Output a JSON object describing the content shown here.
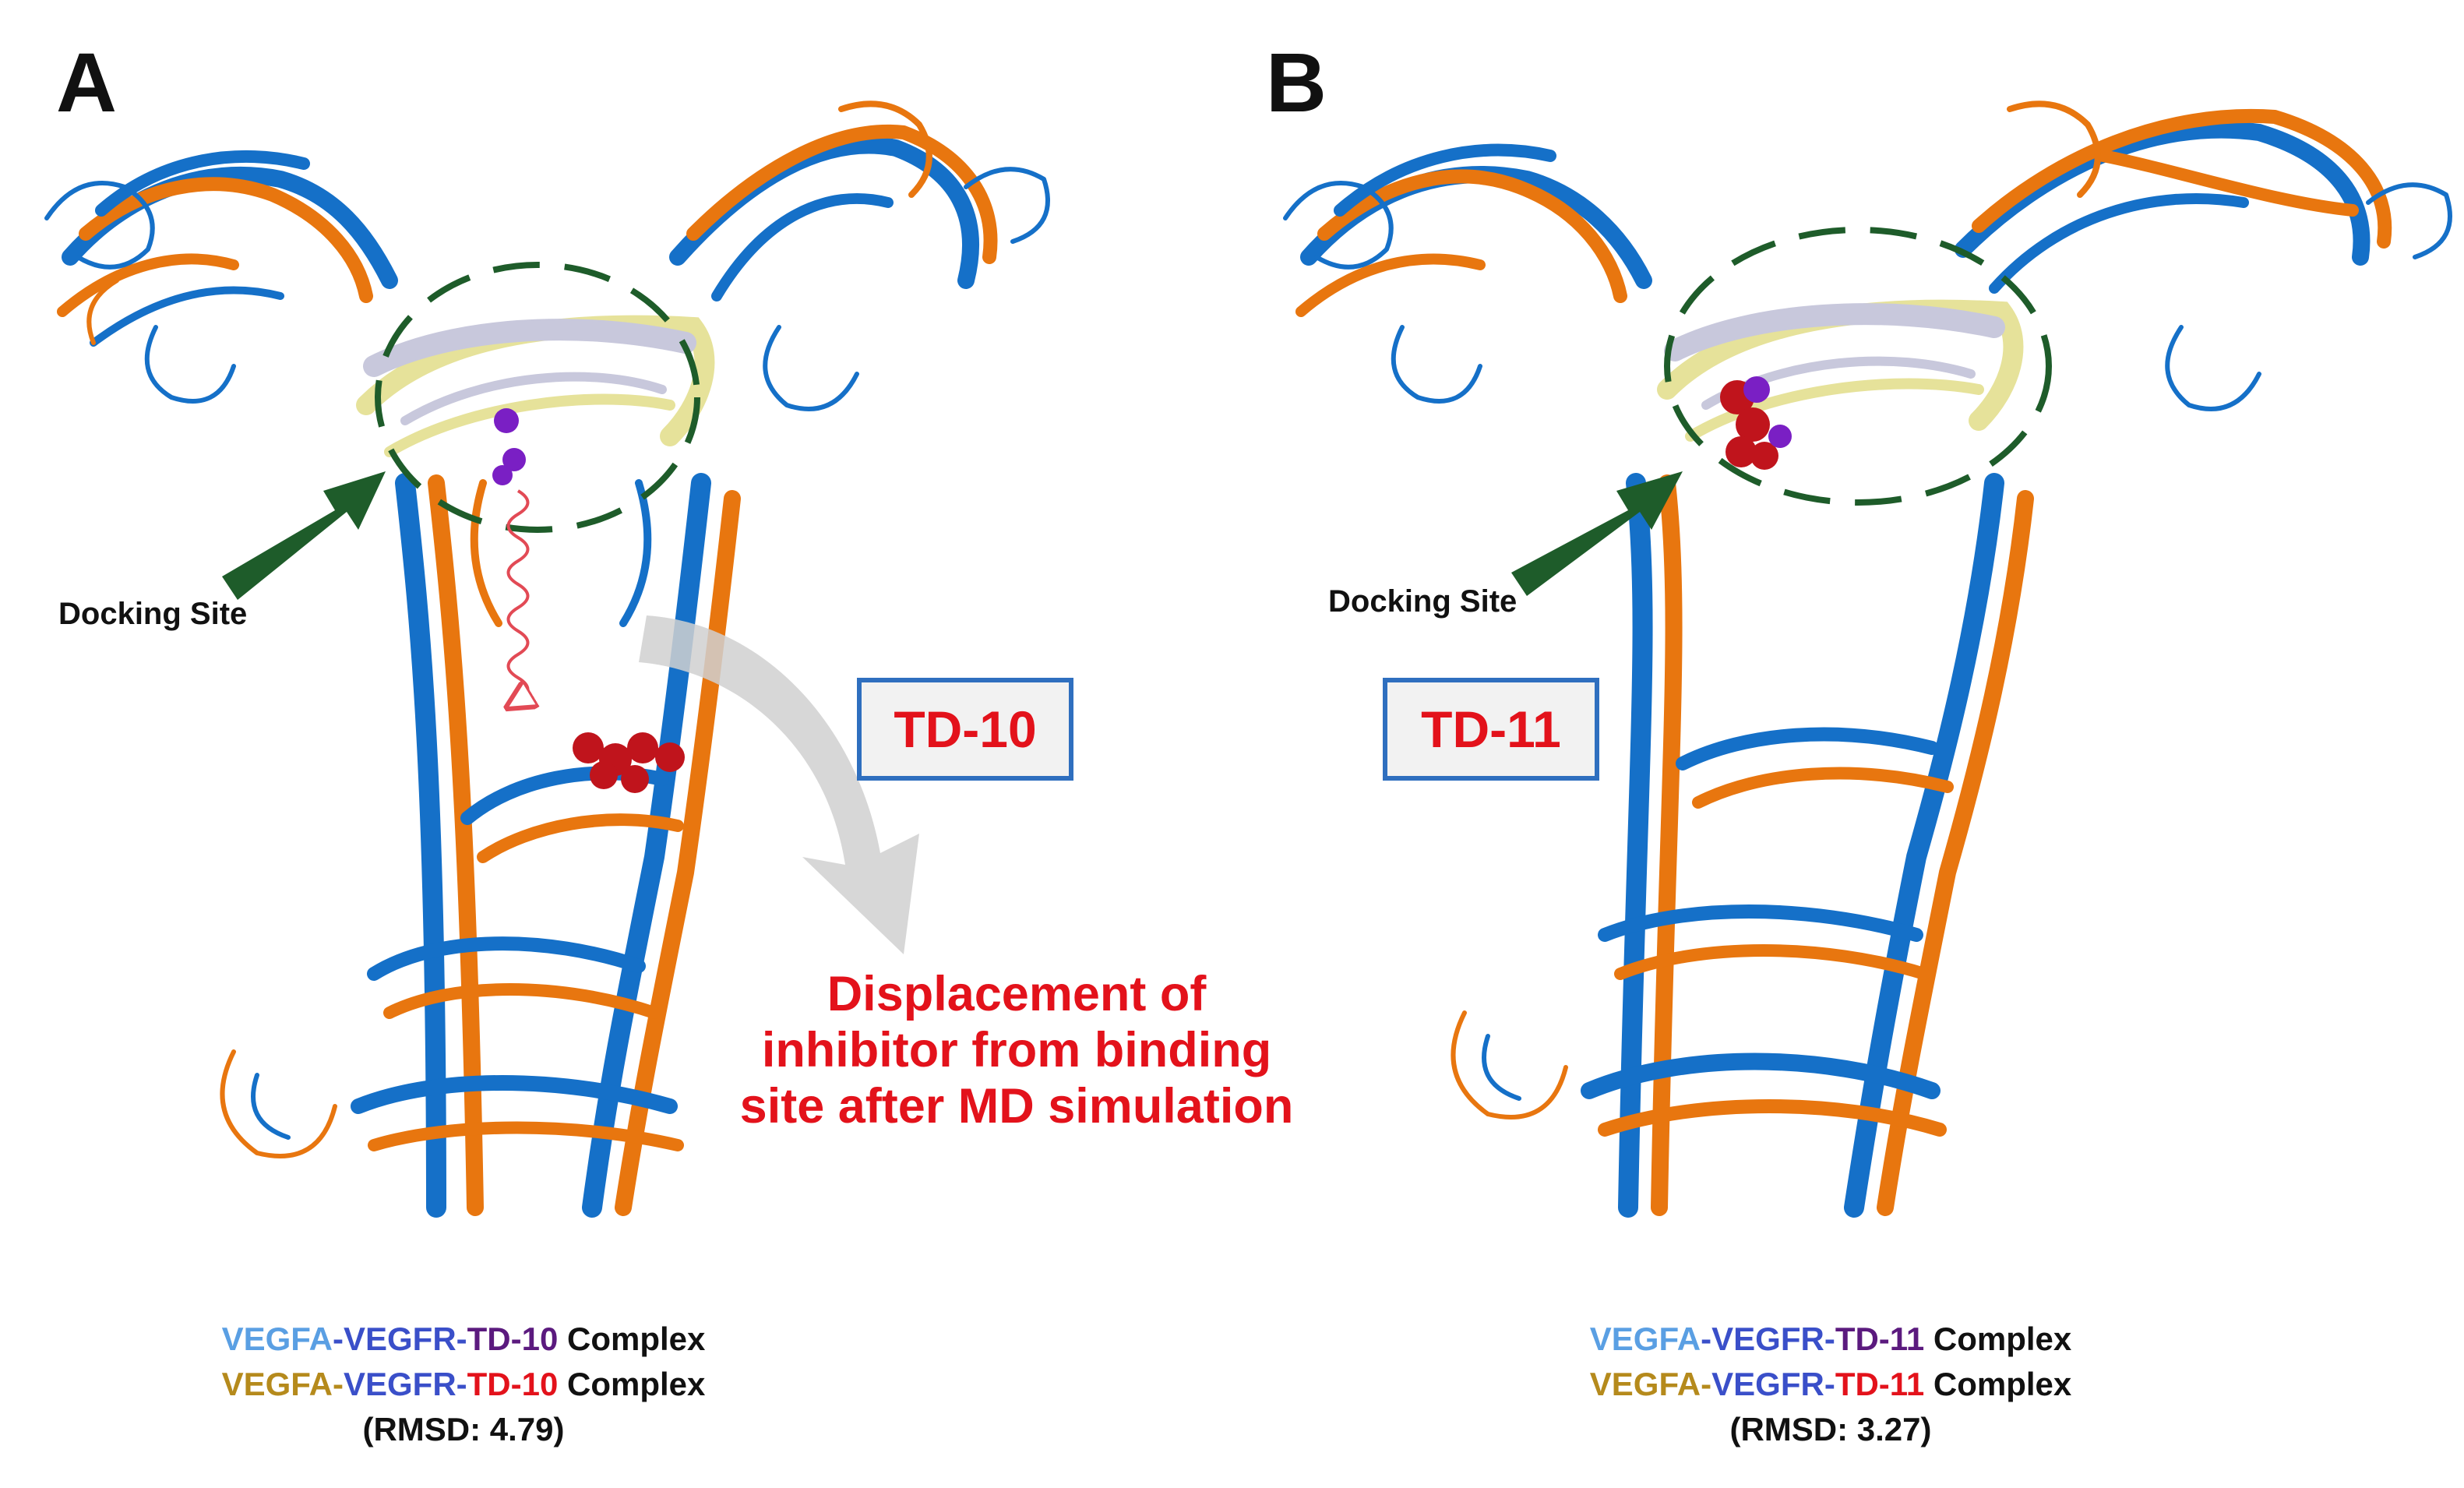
{
  "panel_a": {
    "letter": "A",
    "docking_label": "Docking Site",
    "compound_label": "TD-10",
    "displacement_lines": [
      "Displacement of",
      "inhibitor from binding",
      "site after MD simulation"
    ],
    "legend": {
      "row1": {
        "vegfa": "VEGFA",
        "sep1": "-",
        "vegfr": "VEGFR",
        "sep2": "-",
        "td": "TD-10",
        "complex": " Complex"
      },
      "row2": {
        "vegfa": "VEGFA",
        "sep1": "-",
        "vegfr": "VEGFR",
        "sep2": "-",
        "td": "TD-10",
        "complex": " Complex"
      },
      "rmsd": "(RMSD: 4.79)"
    }
  },
  "panel_b": {
    "letter": "B",
    "docking_label": "Docking Site",
    "compound_label": "TD-11",
    "legend": {
      "row1": {
        "vegfa": "VEGFA",
        "sep1": "-",
        "vegfr": "VEGFR",
        "sep2": "-",
        "td": "TD-11",
        "complex": " Complex"
      },
      "row2": {
        "vegfa": "VEGFA",
        "sep1": "-",
        "vegfr": "VEGFR",
        "sep2": "-",
        "td": "TD-11",
        "complex": " Complex"
      },
      "rmsd": "(RMSD: 3.27)"
    }
  },
  "colors": {
    "structure_blue": "#1570c8",
    "structure_orange": "#e8760f",
    "vegfa_lavender": "#c8c8dc",
    "vegfa_yellow": "#e6e29a",
    "ligand_red": "#c0141c",
    "ligand_purple": "#7a1fc4",
    "arrow_green": "#1e5c2a",
    "title_red": "#e3121b"
  }
}
